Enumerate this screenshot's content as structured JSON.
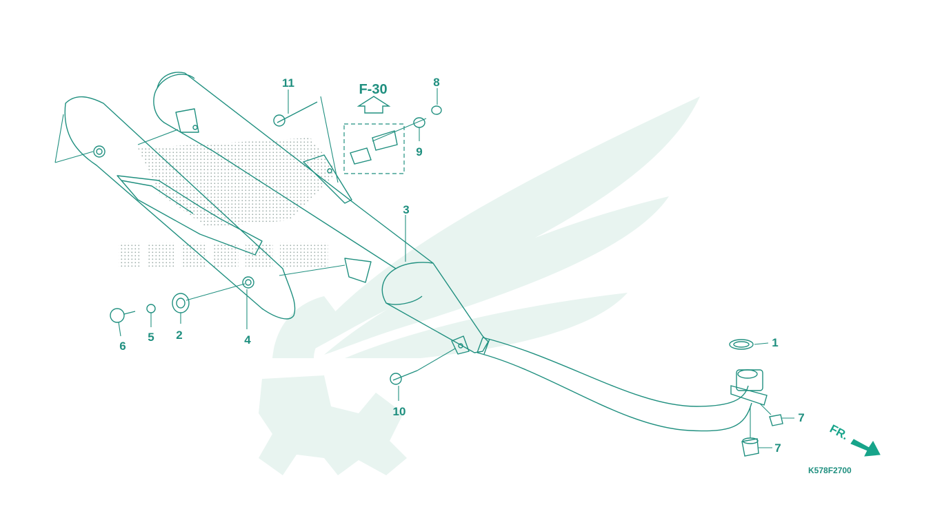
{
  "colors": {
    "ink": "#1f8f7f",
    "accent": "#17a48a",
    "watermark": "#e8f4f0",
    "stipple": "#9aaaa6"
  },
  "reference": {
    "label": "F-30"
  },
  "direction": {
    "label": "FR."
  },
  "diagram_code": "K578F2700",
  "callouts": {
    "c1": "1",
    "c2": "2",
    "c3": "3",
    "c4": "4",
    "c5": "5",
    "c6": "6",
    "c7a": "7",
    "c7b": "7",
    "c8": "8",
    "c9": "9",
    "c10": "10",
    "c11": "11"
  }
}
